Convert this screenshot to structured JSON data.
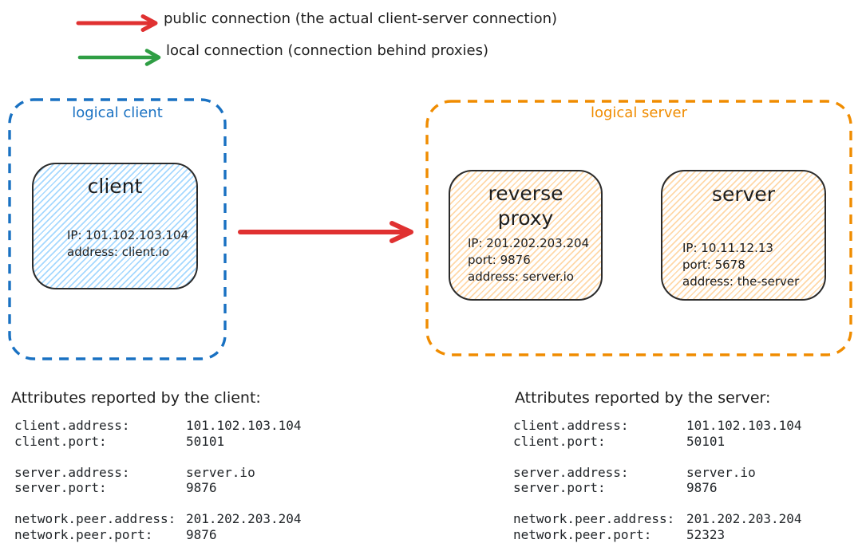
{
  "colors": {
    "red": "#e03131",
    "green": "#2f9e44",
    "blue": "#1971c2",
    "orange": "#f08c00",
    "ink": "#1e1e1e",
    "client-fill": "#a5d8ff",
    "server-fill": "#ffd8a8"
  },
  "legend": {
    "items": [
      {
        "name": "public-connection",
        "arrow_color": "#e03131",
        "label": "public connection (the actual client-server connection)"
      },
      {
        "name": "local-connection",
        "arrow_color": "#2f9e44",
        "label": "local connection (connection behind proxies)"
      }
    ]
  },
  "logical_client": {
    "label": "logical client",
    "border_color": "#1971c2",
    "node": {
      "title": "client",
      "fill_color": "#a5d8ff",
      "lines": [
        "IP: 101.102.103.104",
        "address: client.io"
      ]
    }
  },
  "logical_server": {
    "label": "logical server",
    "border_color": "#f08c00",
    "nodes": [
      {
        "title": "reverse proxy",
        "fill_color": "#ffd8a8",
        "lines": [
          "IP: 201.202.203.204",
          "port: 9876",
          "address: server.io"
        ]
      },
      {
        "title": "server",
        "fill_color": "#ffd8a8",
        "lines": [
          "IP: 10.11.12.13",
          "port: 5678",
          "address: the-server"
        ]
      }
    ]
  },
  "connection_arrow": {
    "type": "public",
    "color": "#e03131"
  },
  "client_attributes": {
    "title": "Attributes reported by the client:",
    "groups": [
      [
        {
          "key": "client.address:",
          "value": "101.102.103.104"
        },
        {
          "key": "client.port:",
          "value": "50101"
        }
      ],
      [
        {
          "key": "server.address:",
          "value": "server.io"
        },
        {
          "key": "server.port:",
          "value": "9876"
        }
      ],
      [
        {
          "key": "network.peer.address:",
          "value": "201.202.203.204"
        },
        {
          "key": "network.peer.port:",
          "value": "9876"
        }
      ]
    ]
  },
  "server_attributes": {
    "title": "Attributes reported by the server:",
    "groups": [
      [
        {
          "key": "client.address:",
          "value": "101.102.103.104"
        },
        {
          "key": "client.port:",
          "value": "50101"
        }
      ],
      [
        {
          "key": "server.address:",
          "value": "server.io"
        },
        {
          "key": "server.port:",
          "value": "9876"
        }
      ],
      [
        {
          "key": "network.peer.address:",
          "value": "201.202.203.204"
        },
        {
          "key": "network.peer.port:",
          "value": "52323"
        }
      ]
    ]
  }
}
